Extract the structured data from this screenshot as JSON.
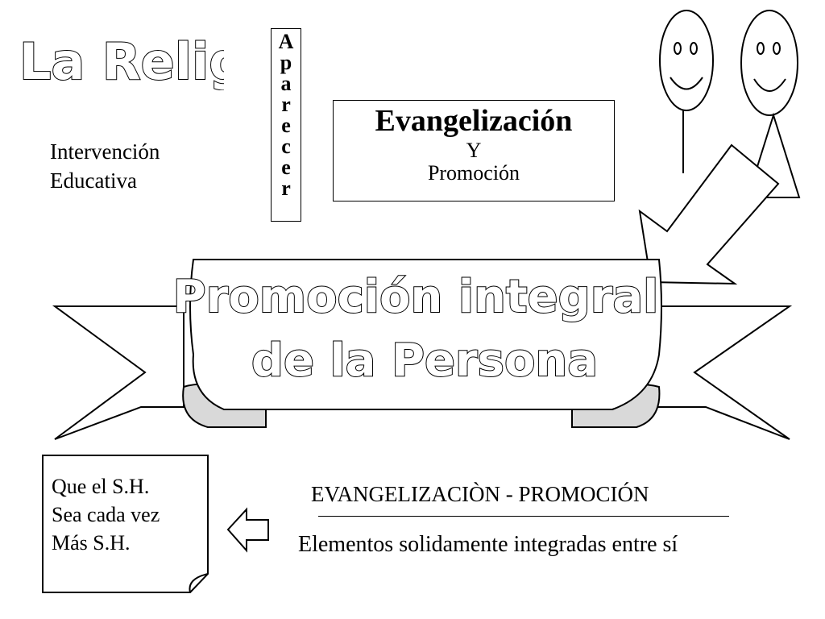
{
  "title": "La Religión",
  "vertical_word": [
    "A",
    "p",
    "a",
    "r",
    "e",
    "c",
    "e",
    "r"
  ],
  "intervention": [
    "Intervención",
    "Educativa"
  ],
  "box": {
    "title": "Evangelización",
    "and": "Y",
    "subtitle": "Promoción"
  },
  "banner": [
    "Promoción integral",
    "de la Persona"
  ],
  "note": [
    "Que el S.H.",
    "Sea cada vez",
    "Más S.H."
  ],
  "bottom": {
    "heading": "EVANGELIZACIÒN - PROMOCIÓN",
    "caption": "Elementos solidamente integradas entre sí"
  }
}
